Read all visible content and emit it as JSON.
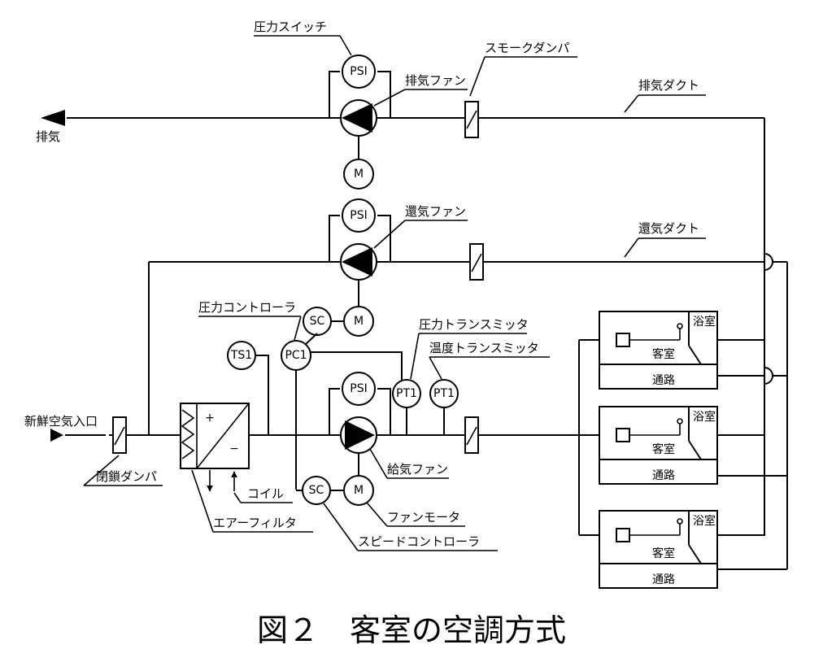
{
  "labels": {
    "pressure_switch": "圧力スイッチ",
    "exhaust_fan": "排気ファン",
    "smoke_damper": "スモークダンパ",
    "exhaust_duct": "排気ダクト",
    "exhaust": "排気",
    "return_fan": "還気ファン",
    "return_duct": "還気ダクト",
    "pressure_controller": "圧力コントローラ",
    "pressure_transmitter": "圧力トランスミッタ",
    "temperature_transmitter": "温度トランスミッタ",
    "fresh_air_inlet": "新鮮空気入口",
    "shutoff_damper": "閉鎖ダンパ",
    "coil": "コイル",
    "air_filter": "エアーフィルタ",
    "supply_fan": "給気ファン",
    "fan_motor": "ファンモータ",
    "speed_controller": "スピードコントローラ"
  },
  "symbols": {
    "psi": "PSI",
    "motor": "M",
    "sc": "SC",
    "pc": "PC1",
    "ts": "TS1",
    "pt": "PT1",
    "plus": "+",
    "minus": "−"
  },
  "rooms": [
    {
      "guest_room": "客室",
      "bathroom": "浴室",
      "corridor": "通路"
    },
    {
      "guest_room": "客室",
      "bathroom": "浴室",
      "corridor": "通路"
    },
    {
      "guest_room": "客室",
      "bathroom": "浴室",
      "corridor": "通路"
    }
  ],
  "caption": "図２　客室の空調方式"
}
